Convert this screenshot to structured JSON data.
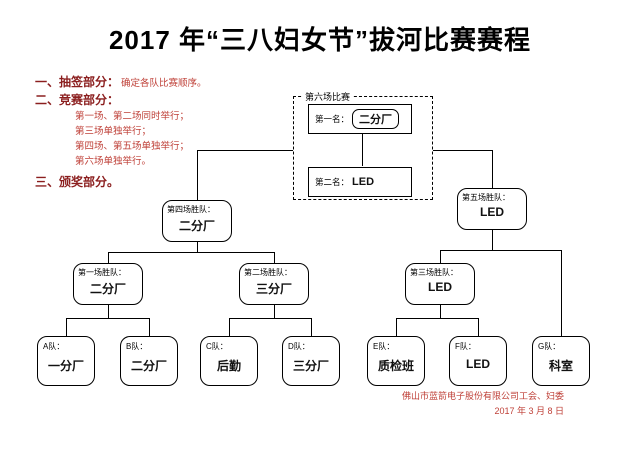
{
  "title": "2017 年“三八妇女节”拔河比赛赛程",
  "notes": {
    "item1_label": "一、抽签部分：",
    "item1_detail": "确定各队比赛顺序。",
    "item2_label": "二、竞赛部分：",
    "item2_details": [
      "第一场、第二场同时举行；",
      "第三场单独举行；",
      "第四场、第五场单独举行；",
      "第六场单独举行。"
    ],
    "item3_label": "三、颁奖部分。"
  },
  "bracket": {
    "final": {
      "label": "第六场比赛",
      "first": {
        "label": "第一名：",
        "team": "二分厂"
      },
      "second": {
        "label": "第二名：",
        "team": "LED"
      }
    },
    "semifinals": [
      {
        "label": "第四场胜队：",
        "team": "二分厂"
      },
      {
        "label": "第五场胜队：",
        "team": "LED"
      }
    ],
    "round1": [
      {
        "label": "第一场胜队：",
        "team": "二分厂"
      },
      {
        "label": "第二场胜队：",
        "team": "三分厂"
      },
      {
        "label": "第三场胜队：",
        "team": "LED"
      }
    ],
    "teams": [
      {
        "label": "A队：",
        "name": "一分厂"
      },
      {
        "label": "B队：",
        "name": "二分厂"
      },
      {
        "label": "C队：",
        "name": "后勤"
      },
      {
        "label": "D队：",
        "name": "三分厂"
      },
      {
        "label": "E队：",
        "name": "质检班"
      },
      {
        "label": "F队：",
        "name": "LED"
      },
      {
        "label": "G队：",
        "name": "科室"
      }
    ]
  },
  "footer": {
    "org": "佛山市蓝箭电子股份有限公司工会、妇委",
    "date": "2017 年 3 月 8 日"
  },
  "colors": {
    "note_label": "#8b1e1e",
    "note_detail": "#bf4038",
    "line": "#000000",
    "background": "#ffffff"
  }
}
